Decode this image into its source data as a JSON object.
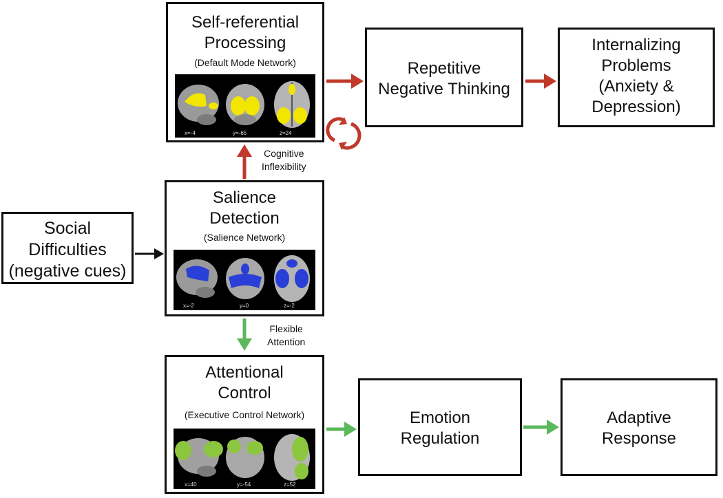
{
  "nodes": {
    "self_ref": {
      "title": [
        "Self-referential",
        "Processing"
      ],
      "subtitle": "(Default Mode Network)",
      "slices": [
        "x=-4",
        "y=-65",
        "z=24"
      ]
    },
    "salience": {
      "title": [
        "Salience",
        "Detection"
      ],
      "subtitle": "(Salience Network)",
      "slices": [
        "x=-2",
        "y=0",
        "z=-2"
      ]
    },
    "attentional": {
      "title": [
        "Attentional",
        "Control"
      ],
      "subtitle": "(Executive Control Network)",
      "slices": [
        "x=40",
        "y=-54",
        "z=52"
      ]
    },
    "social": {
      "title": [
        "Social",
        "Difficulties",
        "(negative cues)"
      ]
    },
    "rnt": {
      "title": [
        "Repetitive",
        "Negative Thinking"
      ]
    },
    "internalizing": {
      "title": [
        "Internalizing",
        "Problems",
        "(Anxiety &",
        "Depression)"
      ]
    },
    "emotion": {
      "title": [
        "Emotion",
        "Regulation"
      ]
    },
    "adaptive": {
      "title": [
        "Adaptive",
        "Response"
      ]
    }
  },
  "edge_labels": {
    "cognitive": [
      "Cognitive",
      "Inflexibility"
    ],
    "flexible": [
      "Flexible",
      "Attention"
    ]
  },
  "colors": {
    "maladaptive_arrow": "#c0392b",
    "adaptive_arrow": "#5cb85c",
    "neutral_arrow": "#111111",
    "dmn_highlight": "#f2e600",
    "salience_highlight": "#2a3fd6",
    "ecn_highlight": "#8cc63f"
  }
}
